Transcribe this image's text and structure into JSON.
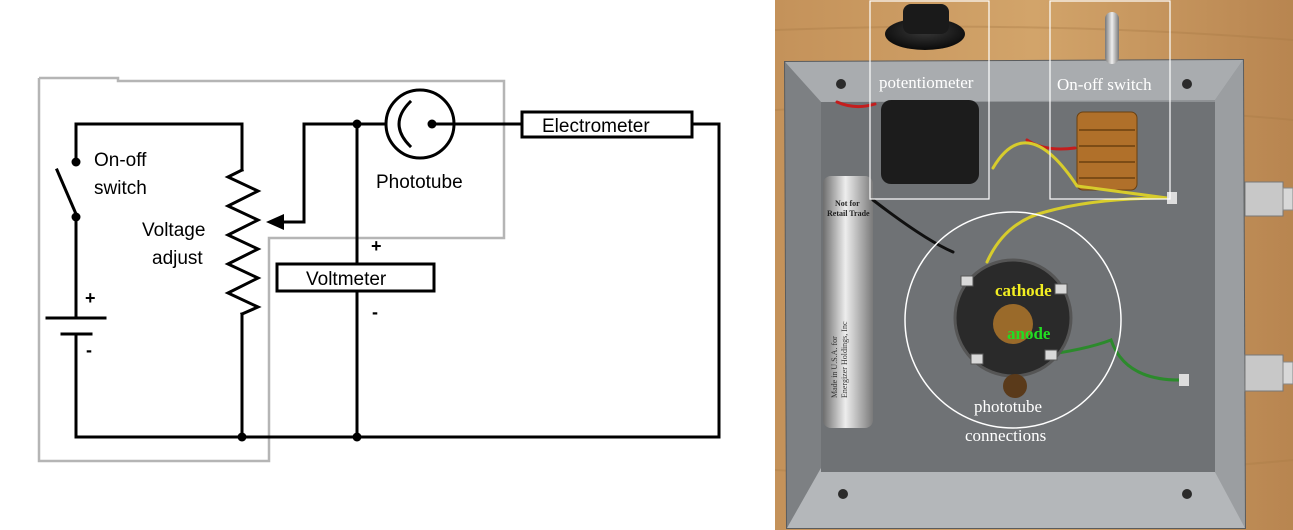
{
  "schematic": {
    "switch_label_line1": "On-off",
    "switch_label_line2": "switch",
    "pot_label_line1": "Voltage",
    "pot_label_line2": "adjust",
    "phototube_label": "Phototube",
    "electrometer_label": "Electrometer",
    "voltmeter_label": "Voltmeter",
    "battery_plus": "+",
    "battery_minus": "-",
    "voltmeter_plus": "+",
    "voltmeter_minus": "-"
  },
  "photo": {
    "label_potentiometer": "potentiometer",
    "label_switch": "On-off switch",
    "label_cathode": "cathode",
    "label_anode": "anode",
    "label_phototube_line1": "phototube",
    "label_phototube_line2": "connections",
    "battery_text_1": "Not for",
    "battery_text_2": "Retail Trade",
    "battery_text_3": "Made in U.S.A. for",
    "battery_text_4": "Energizer Holdings, Inc",
    "colors": {
      "cathode": "#f2ee22",
      "anode": "#22dd22",
      "annotation": "#ffffff",
      "box_metal": "#8a8d90",
      "wood": "#c9995a"
    }
  }
}
